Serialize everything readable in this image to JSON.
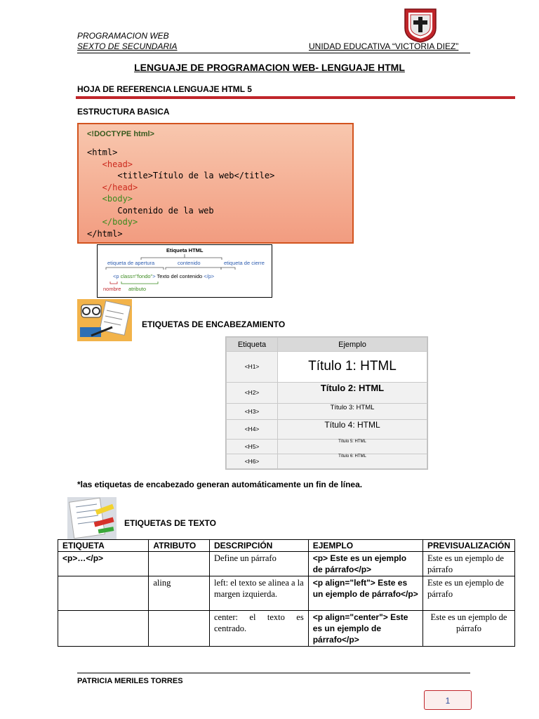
{
  "header": {
    "left_line1": "PROGRAMACION WEB",
    "left_line2": "SEXTO DE SECUNDARIA",
    "right": "UNIDAD EDUCATIVA “VICTORIA DIEZ”"
  },
  "title": "LENGUAJE DE PROGRAMACION WEB- LENGUAJE HTML",
  "subtitle": "HOJA DE REFERENCIA LENGUAJE HTML 5",
  "sections": {
    "structure": "ESTRUCTURA BASICA",
    "headings": "ETIQUETAS DE ENCABEZAMIENTO",
    "text": "ETIQUETAS DE TEXTO"
  },
  "code": {
    "doctype": "<!DOCTYPE html>",
    "lines": [
      {
        "text": "<html>",
        "color": "black"
      },
      {
        "text": "   <head>",
        "color": "red"
      },
      {
        "text": "      <title>Título de la web</title>",
        "color": "black"
      },
      {
        "text": "   </head>",
        "color": "red"
      },
      {
        "text": "   <body>",
        "color": "green"
      },
      {
        "text": "      Contenido de la web",
        "color": "black"
      },
      {
        "text": "   </body>",
        "color": "green"
      },
      {
        "text": "</html>",
        "color": "black"
      }
    ]
  },
  "diagram": {
    "title": "Etiqueta HTML",
    "open_label": "etiqueta de apertura",
    "content_label": "contenido",
    "close_label": "etiqueta de cierre",
    "open_tag_start": "<p ",
    "attr": "class=\"fondo\"",
    "open_tag_end": ">",
    "content": "Texto del contenido",
    "close_tag": "</p>",
    "name_label": "nombre",
    "attr_label": "atributo"
  },
  "heading_table": {
    "headers": [
      "Etiqueta",
      "Ejemplo"
    ],
    "rows": [
      {
        "tag": "<H1>",
        "example": "Título 1: HTML",
        "size": 19
      },
      {
        "tag": "<H2>",
        "example": "Título 2: HTML",
        "size": 13
      },
      {
        "tag": "<H3>",
        "example": "Título 3: HTML",
        "size": 9.5
      },
      {
        "tag": "<H4>",
        "example": "Título 4: HTML",
        "size": 12
      },
      {
        "tag": "<H5>",
        "example": "Título 5: HTML",
        "size": 6
      },
      {
        "tag": "<H6>",
        "example": "Título 6: HTML",
        "size": 6
      }
    ]
  },
  "note": "*las etiquetas de encabezado generan automáticamente un fin de línea.",
  "text_table": {
    "headers": [
      "ETIQUETA",
      "ATRIBUTO",
      "DESCRIPCIÓN",
      "EJEMPLO",
      "PREVISUALIZACIÓN"
    ],
    "rows": [
      {
        "tag": "<p>…</p>",
        "attr": "",
        "desc": "Define un párrafo",
        "example": "<p> Este es un ejemplo de párrafo</p>",
        "preview": "Este es un ejemplo de párrafo"
      },
      {
        "tag": "",
        "attr": "aling",
        "desc": "left: el texto se alinea a la margen izquierda.",
        "example": "<p align=\"left\"> Este es un ejemplo de párrafo</p>",
        "preview": "Este es un ejemplo de párrafo"
      },
      {
        "tag": "",
        "attr": "",
        "desc": "center: el texto es centrado.",
        "example": "<p align=\"center\"> Este es un ejemplo de párrafo</p>",
        "preview": "Este es un ejemplo de párrafo"
      }
    ]
  },
  "footer": {
    "name": "PATRICIA MERILES TORRES",
    "page": "1"
  },
  "colors": {
    "accent_red": "#c0252a",
    "code_bg": "#f5ad92",
    "code_border": "#d2541f",
    "code_red": "#cc2a1e",
    "code_green": "#3a8a1e",
    "diagram_blue": "#2e5db0",
    "diagram_red": "#c0252a",
    "diagram_green": "#3a8a1e"
  }
}
